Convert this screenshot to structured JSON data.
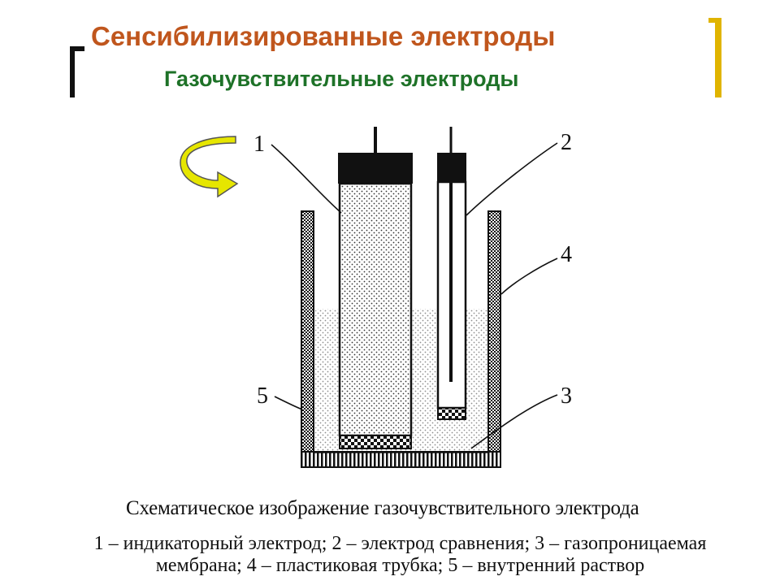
{
  "slide": {
    "title": "Сенсибилизированные электроды",
    "subtitle": "Газочувствительные электроды",
    "accent_color": "#c0561d",
    "subtitle_color": "#1e7228",
    "bracket_left_color": "#111111",
    "bracket_right_color": "#e0b400"
  },
  "diagram": {
    "labels": [
      "1",
      "2",
      "3",
      "4",
      "5"
    ],
    "caption": "Схематическое изображение газочувствительного электрода",
    "legend_line1": "1  – индикаторный электрод; 2  – электрод сравнения; 3 – газопроницаемая",
    "legend_line2": "мембрана; 4 – пластиковая трубка; 5 – внутренний раствор",
    "arrow_color": "#e6e600",
    "arrow_icon": "curved-arrow-icon"
  }
}
